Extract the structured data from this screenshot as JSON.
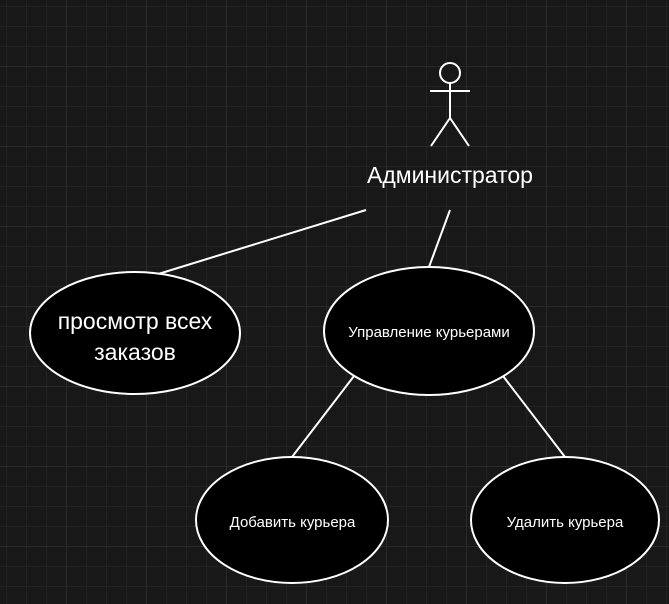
{
  "actor": {
    "name": "Администратор"
  },
  "use_cases": {
    "view_orders": "просмотр всех заказов",
    "manage_couriers": "Управление курьерами",
    "add_courier": "Добавить курьера",
    "delete_courier": "Удалить курьера"
  },
  "colors": {
    "background": "#181818",
    "grid": "#2a2a2a",
    "stroke": "#ffffff",
    "shape_fill": "#000000",
    "text": "#ffffff"
  }
}
